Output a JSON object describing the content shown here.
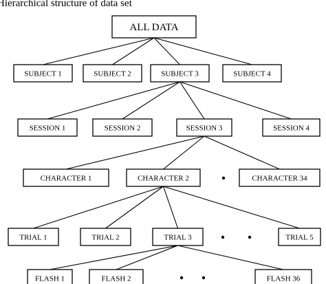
{
  "caption": "Hierarchical structure of data set",
  "nodes": [
    {
      "id": "all",
      "label": "ALL DATA"
    },
    {
      "id": "s1",
      "label": "SUBJECT 1"
    },
    {
      "id": "s2",
      "label": "SUBJECT 2"
    },
    {
      "id": "s3",
      "label": "SUBJECT 3"
    },
    {
      "id": "s4",
      "label": "SUBJECT 4"
    },
    {
      "id": "se1",
      "label": "SESSION 1"
    },
    {
      "id": "se2",
      "label": "SESSION 2"
    },
    {
      "id": "se3",
      "label": "SESSION 3"
    },
    {
      "id": "se4",
      "label": "SESSION 4"
    },
    {
      "id": "c1",
      "label": "CHARACTER 1"
    },
    {
      "id": "c2",
      "label": "CHARACTER 2"
    },
    {
      "id": "c34",
      "label": "CHARACTER 34"
    },
    {
      "id": "t1",
      "label": "TRIAL 1"
    },
    {
      "id": "t2",
      "label": "TRIAL 2"
    },
    {
      "id": "t3",
      "label": "TRIAL 3"
    },
    {
      "id": "t5",
      "label": "TRIAL 5"
    },
    {
      "id": "f1",
      "label": "FLASH 1"
    },
    {
      "id": "f2",
      "label": "FLASH 2"
    },
    {
      "id": "f36",
      "label": "FLASH 36"
    }
  ],
  "edges": [
    [
      "all",
      "s1"
    ],
    [
      "all",
      "s2"
    ],
    [
      "all",
      "s3"
    ],
    [
      "all",
      "s4"
    ],
    [
      "s3",
      "se1"
    ],
    [
      "s3",
      "se2"
    ],
    [
      "s3",
      "se3"
    ],
    [
      "s3",
      "se4"
    ],
    [
      "se3",
      "c1"
    ],
    [
      "se3",
      "c2"
    ],
    [
      "se3",
      "c34"
    ],
    [
      "c2",
      "t1"
    ],
    [
      "c2",
      "t2"
    ],
    [
      "c2",
      "t3"
    ],
    [
      "c2",
      "t5"
    ],
    [
      "t3",
      "f1"
    ],
    [
      "t3",
      "f2"
    ],
    [
      "t3",
      "f36"
    ]
  ]
}
